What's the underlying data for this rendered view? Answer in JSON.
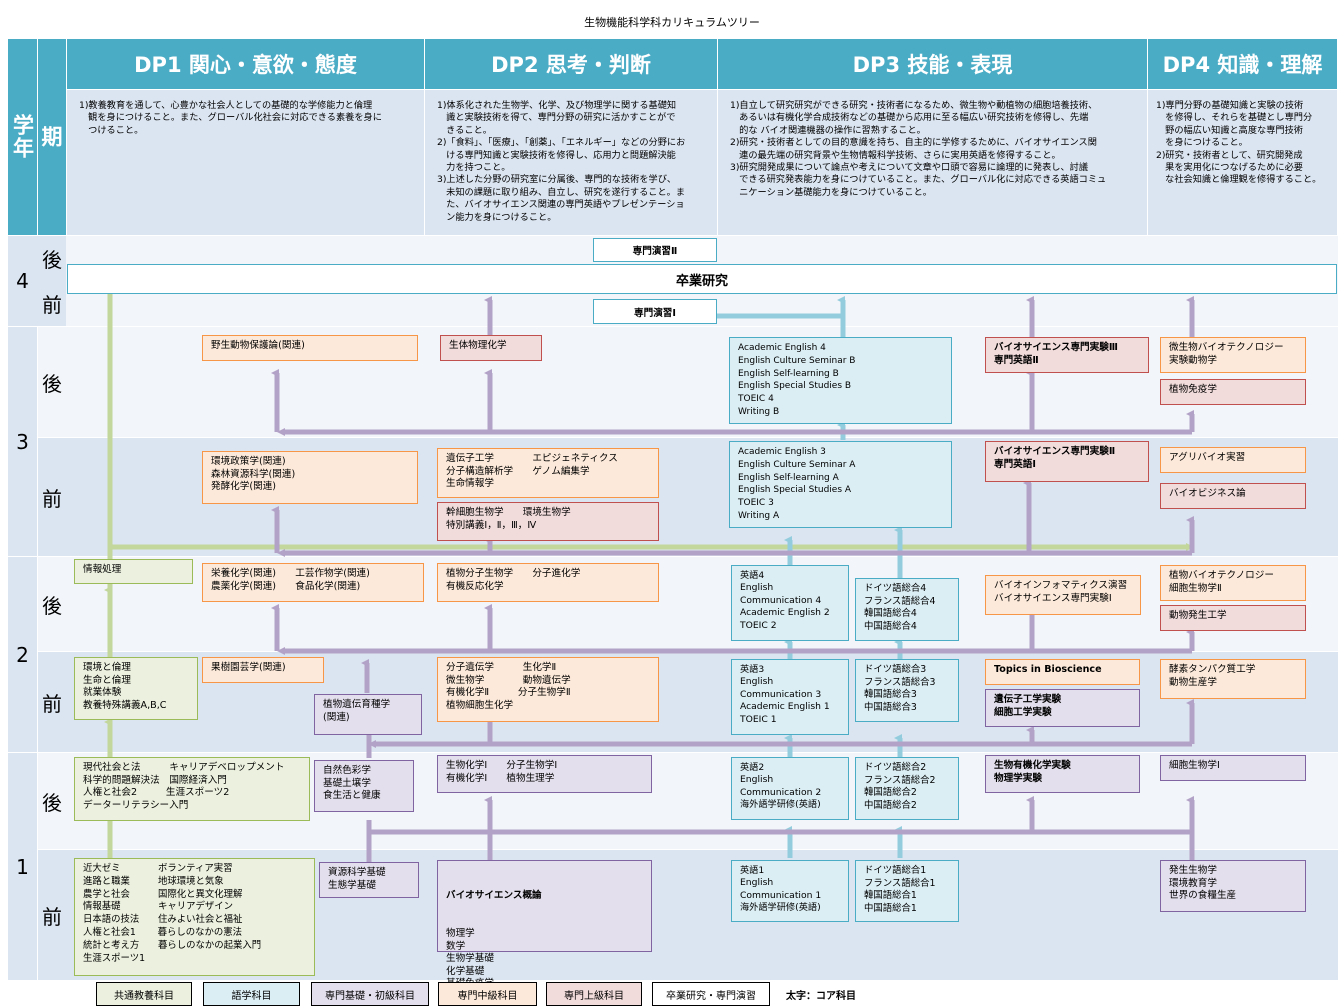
{
  "title": "生物機能科学科カリキュラムツリー",
  "header": {
    "grade_label": "学年",
    "term_label": "期",
    "dps": [
      {
        "title": "DP1 関心・意欲・態度",
        "desc": "1)教養教育を通して、心豊かな社会人としての基礎的な学修能力と倫理\n　観を身につけること。また、グローバル化社会に対応できる素養を身に\n　つけること。"
      },
      {
        "title": "DP2 思考・判断",
        "desc": "1)体系化された生物学、化学、及び物理学に関する基礎知\n　識と実験技術を得て、専門分野の研究に活かすことがで\n　きること。\n2)「食料」、「医療」、「創薬」、「エネルギー」などの分野にお\n　ける専門知識と実験技術を修得し、応用力と問題解決能\n　力を持つこと。\n3)上述した分野の研究室に分属後、専門的な技術を学び、\n　未知の課題に取り組み、自立し、研究を遂行すること。ま\n　た、バイオサイエンス関連の専門英語やプレゼンテーショ\n　ン能力を身につけること。"
      },
      {
        "title": "DP3 技能・表現",
        "desc": "1)自立して研究研究ができる研究・技術者になるため、微生物や動植物の細胞培養技術、\n　あるいは有機化学合成技術などの基礎から応用に至る幅広い研究技術を修得し、先端\n　的な バイオ関連機器の操作に習熟すること。\n2)研究・技術者としての目的意識を持ち、自主的に学修するために、バイオサイエンス関\n　連の最先端の研究背景や生物情報科学技術、さらに実用英語を修得すること。\n3)研究開発成果について論点や考えについて文章や口頭で容易に論理的に発表し、討議\n　できる研究発表能力を身につけていること。また、グローバル化に対応できる英語コミュ\n　ニケーション基礎能力を身につけていること。"
      },
      {
        "title": "DP4 知識・理解",
        "desc": "1)専門分野の基礎知識と実験の技術\n　を修得し、それらを基礎とし専門分\n　野の幅広い知識と高度な専門技術\n　を身につけること。\n2)研究・技術者として、研究開発成\n　果を実用化につなげるために必要\n　な社会知識と倫理観を修得すること。"
      }
    ]
  },
  "grades": [
    "4",
    "3",
    "2",
    "1"
  ],
  "terms": {
    "late": "後",
    "early": "前"
  },
  "seminar2": "専門演習Ⅱ",
  "seminar1": "専門演習Ⅰ",
  "thesis": "卒業研究",
  "boxes": {
    "y3l_wild": "野生動物保護論(関連)",
    "y3l_biophys": "生体物理化学",
    "y3l_english": "Academic English 4\nEnglish Culture Seminar B\nEnglish Self-learning B\nEnglish Special Studies B\nTOEIC 4\nWriting B",
    "y3l_bioexp3": "バイオサイエンス専門実験Ⅲ\n専門英語Ⅱ",
    "y3l_microbio": "微生物バイオテクノロジー\n実験動物学",
    "y3l_plantimmune": "植物免疫学",
    "y3e_env": "環境政策学(関連)\n森林資源科学(関連)\n発酵化学(関連)",
    "y3e_genetic": "遺伝子工学　　　　エピジェネティクス\n分子構造解析学　　ゲノム編集学\n生命情報学",
    "y3e_stemcell": "幹細胞生物学　　環境生物学\n特別講義Ⅰ，Ⅱ，Ⅲ，Ⅳ",
    "y3e_english": "Academic English 3\nEnglish Culture Seminar A\nEnglish Self-learning A\nEnglish Special Studies A\nTOEIC 3\nWriting A",
    "y3e_bioexp2": "バイオサイエンス専門実験Ⅱ\n専門英語Ⅰ",
    "y3e_agribio": "アグリバイオ実習",
    "y3e_biobiz": "バイオビジネス論",
    "y2l_info": "情報処理",
    "y2l_nutrition": "栄養化学(関連)　　工芸作物学(関連)\n農薬化学(関連)　　食品化学(関連)",
    "y2l_plantmol": "植物分子生物学　　分子進化学\n有機反応化学",
    "y2l_eng4": "英語4\nEnglish\nCommunication 4\nAcademic English 2\nTOEIC 2",
    "y2l_lang4": "ドイツ語総合4\nフランス語総合4\n韓国語総合4\n中国語総合4",
    "y2l_bioinfo": "バイオインフォマティクス演習\nバイオサイエンス専門実験Ⅰ",
    "y2l_plantbiotech": "植物バイオテクノロジー\n細胞生物学Ⅱ",
    "y2l_devbio": "動物発生工学",
    "y2e_ethics": "環境と倫理\n生命と倫理\n就業体験\n教養特殊講義A,B,C",
    "y2e_fruit": "果樹園芸学(関連)",
    "y2e_molevo": "分子遺伝学　　　生化学Ⅱ\n微生物学　　　　動物遺伝学\n有機化学Ⅱ　　　分子生物学Ⅱ\n植物細胞生化学",
    "y2e_eng3": "英語3\nEnglish\nCommunication 3\nAcademic English 1\nTOEIC 1",
    "y2e_lang3": "ドイツ語総合3\nフランス語総合3\n韓国語総合3\n中国語総合3",
    "y2e_topics": "Topics in Bioscience",
    "y2e_geneexp": "遺伝子工学実験\n細胞工学実験",
    "y2e_enzyme": "酵素タンパク質工学\n動物生産学",
    "y2e_breeding": "植物遺伝育種学\n(関連)",
    "y1l_modern": "現代社会と法　　　キャリアデベロップメント\n科学的問題解決法　国際経済入門\n人権と社会2　　　生涯スポーツ2\nデーターリテラシー入門",
    "y1l_natural": "自然色彩学\n基礎土壌学\n食生活と健康",
    "y1l_biochem1": "生物化学Ⅰ　　分子生物学Ⅰ\n有機化学Ⅰ　　植物生理学",
    "y1l_eng2": "英語2\nEnglish\nCommunication 2\n海外語学研修(英語)",
    "y1l_lang2": "ドイツ語総合2\nフランス語総合2\n韓国語総合2\n中国語総合2",
    "y1l_organicexp": "生物有機化学実験\n物理学実験",
    "y1l_cellbio1": "細胞生物学Ⅰ",
    "y1e_seminar": "近大ゼミ　　　　ボランティア実習\n進路と職業　　　地球環境と気象\n農学と社会　　　国際化と異文化理解\n情報基礎　　　　キャリアデザイン\n日本語の技法　　住みよい社会と福祉\n人権と社会1　　 暮らしのなかの憲法\n統計と考え方　　暮らしのなかの起業入門\n生涯スポーツ1",
    "y1e_resources": "資源科学基礎\n生態学基礎",
    "y1e_bioscience_head": "バイオサイエンス概論",
    "y1e_bioscience": "物理学\n数学\n生物学基礎\n化学基礎\n基礎免疫学",
    "y1e_eng1": "英語1\nEnglish\nCommunication 1\n海外語学研修(英語)",
    "y1e_lang1": "ドイツ語総合1\nフランス語総合1\n韓国語総合1\n中国語総合1",
    "y1e_devbio": "発生生物学\n環境教育学\n世界の食糧生産"
  },
  "legend": [
    {
      "label": "共通教養科目"
    },
    {
      "label": "語学科目"
    },
    {
      "label": "専門基礎・初級科目"
    },
    {
      "label": "専門中級科目"
    },
    {
      "label": "専門上級科目"
    },
    {
      "label": "卒業研究・専門演習"
    },
    {
      "label": "太字：コア科目"
    }
  ],
  "colors": {
    "header": "#4bacc6",
    "common": "#9bbb59",
    "language": "#4bacc6",
    "basic": "#8064a2",
    "middle": "#f79646",
    "advanced": "#c0504d",
    "arrow_green": "#c3d69b",
    "arrow_blue": "#93cddd",
    "arrow_purple": "#b3a2c7"
  }
}
